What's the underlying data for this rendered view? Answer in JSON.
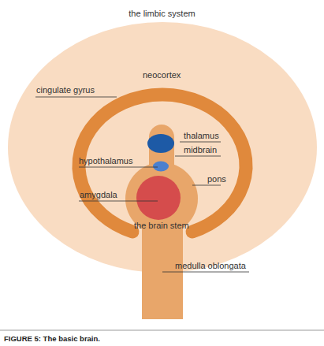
{
  "diagram": {
    "title": "the limbic system",
    "caption": "FIGURE 5: The basic brain.",
    "nodes": [
      {
        "text": [
          "neocortex"
        ]
      },
      {
        "text": [
          "the brain stem"
        ],
        "in": 0
      }
    ],
    "labels": [
      "cingulate gyrus",
      "thalamus",
      "midbrain",
      "hypothalamus",
      "pons",
      "amygdala",
      "medulla oblongata"
    ]
  }
}
